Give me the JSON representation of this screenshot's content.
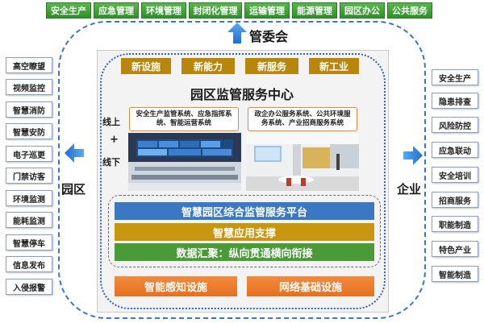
{
  "top_tabs": [
    "安全生产",
    "应急管理",
    "环境管理",
    "封闭化管理",
    "运输管理",
    "能源管理",
    "园区办公",
    "公共服务"
  ],
  "top_label": "管委会",
  "left_items": [
    "高空瞭望",
    "视频监控",
    "智慧消防",
    "智慧安防",
    "电子巡更",
    "门禁访客",
    "环境监测",
    "能耗监测",
    "智慧停车",
    "信息发布",
    "入侵报警"
  ],
  "left_label": "园区",
  "right_items": [
    "安全生产",
    "隐患排查",
    "风险防控",
    "应急联动",
    "安全培训",
    "招商服务",
    "职能制造",
    "特色产业",
    "智能制造"
  ],
  "right_label": "企业",
  "top_buttons": [
    "新设施",
    "新能力",
    "新服务",
    "新工业"
  ],
  "center_title": "园区监管服务中心",
  "online_label": "线上",
  "plus_label": "+",
  "offline_label": "线下",
  "system_boxes": [
    "安全生产监管系统、应急指挥系统、智能运营系统",
    "政企办公服务系统、公共环境服务系统、产业招商服务系统"
  ],
  "platform_bars": [
    "智慧园区综合监管服务平台",
    "智慧应用支撑",
    "数据汇聚：纵向贯通横向衔接"
  ],
  "bottom_bars": [
    "智能感知设施",
    "网络基础设施"
  ],
  "colors": {
    "green": "#3a9a30",
    "blue": "#2e6fc0",
    "gold": "#b8860b",
    "orange": "#ed7d31",
    "platform_blue": "#3a78c3",
    "platform_gold": "#c9960f",
    "platform_green": "#4a9a38"
  }
}
